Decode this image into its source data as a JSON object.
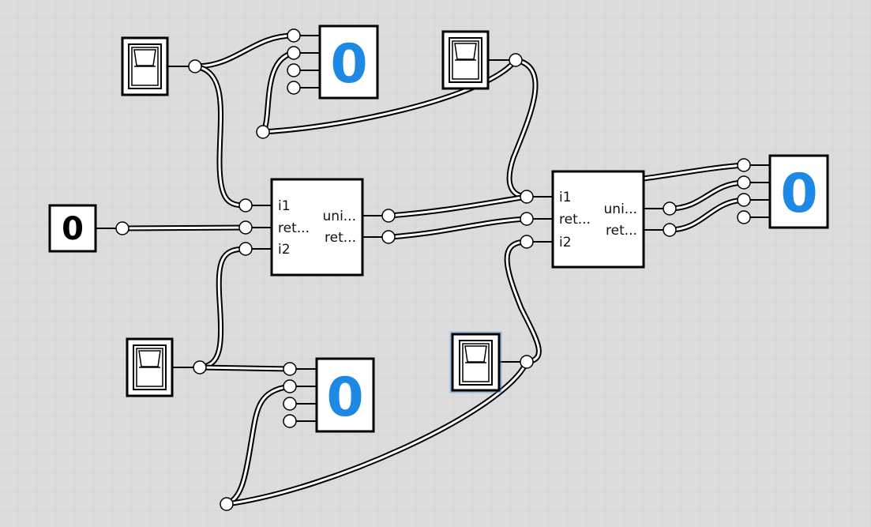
{
  "colors": {
    "background": "#dcdcdc",
    "grid": "#cfcfcf",
    "box_stroke": "#000000",
    "box_fill": "#ffffff",
    "display_digit": "#1e88e5",
    "selection_glow": "#3b8fe0"
  },
  "constant": {
    "value": "0"
  },
  "gate_a": {
    "inputs": [
      "i1",
      "ret...",
      "i2"
    ],
    "outputs": [
      "uni...",
      "ret..."
    ]
  },
  "gate_b": {
    "inputs": [
      "i1",
      "ret...",
      "i2"
    ],
    "outputs": [
      "uni...",
      "ret..."
    ]
  },
  "displays": [
    {
      "value": "0"
    },
    {
      "value": "0"
    },
    {
      "value": "0"
    }
  ],
  "switches": [
    {
      "icon": "toggle-switch-icon",
      "selected": false
    },
    {
      "icon": "toggle-switch-icon",
      "selected": false
    },
    {
      "icon": "toggle-switch-icon",
      "selected": false
    },
    {
      "icon": "toggle-switch-icon",
      "selected": true
    }
  ]
}
